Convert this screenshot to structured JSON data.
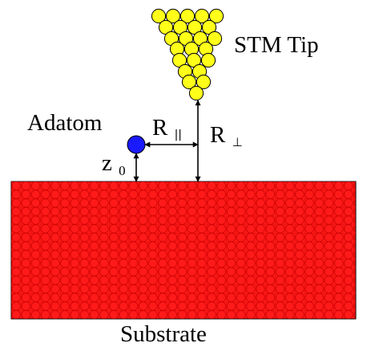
{
  "labels": {
    "tip": "STM Tip",
    "adatom": "Adatom",
    "substrate": "Substrate",
    "z_main": "z",
    "z_sub": "0",
    "r_par_main": "R",
    "r_par_sub": "||",
    "r_perp_main": "R",
    "r_perp_sub": "⊥"
  },
  "colors": {
    "substrate_fill": "#ff1a1a",
    "substrate_grid": "#c80000",
    "tip_atom_fill": "#ffff1a",
    "tip_atom_stroke": "#000000",
    "adatom_fill": "#1a1aff",
    "arrow": "#000000"
  }
}
